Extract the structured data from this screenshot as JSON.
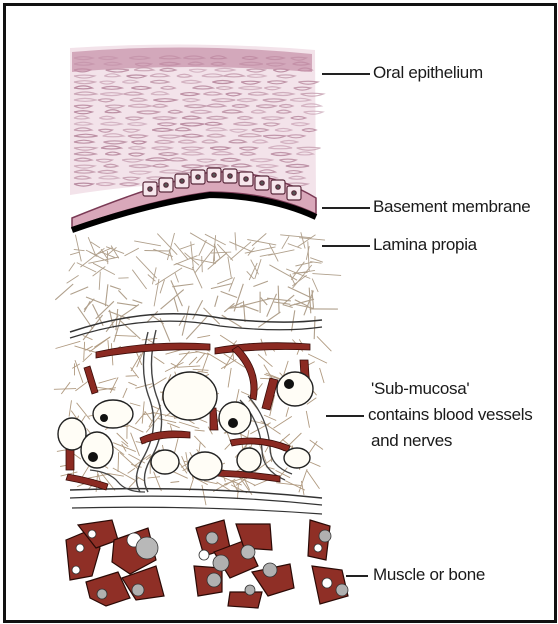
{
  "labels": {
    "oral_epithelium": "Oral epithelium",
    "basement_membrane": "Basement membrane",
    "lamina_propia": "Lamina propia",
    "submucosa_line1": "'Sub-mucosa'",
    "submucosa_line2": "contains blood vessels",
    "submucosa_line3": "and nerves",
    "muscle_or_bone": "Muscle or bone"
  },
  "colors": {
    "epithelium": "#c9a0b2",
    "epithelium_dark": "#9c6f84",
    "basement_membrane": "#000000",
    "basal_cells": "#d9a8ba",
    "fibers": "#a89580",
    "vessel": "#8b2a22",
    "muscle": "#8f2f26",
    "nerve": "#555555"
  }
}
